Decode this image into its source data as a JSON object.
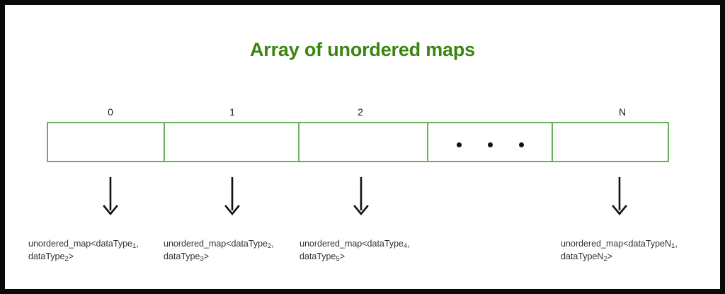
{
  "figure": {
    "title": "Array of unordered maps",
    "title_color": "#38860f",
    "array_border_color": "#68b05c",
    "text_color": "#333333",
    "frame_color": "#0a0a0a",
    "background": "#ffffff"
  },
  "array": {
    "index_labels": [
      "0",
      "1",
      "2",
      "N"
    ],
    "cells": [
      {
        "index": "0",
        "content": ""
      },
      {
        "index": "1",
        "content": ""
      },
      {
        "index": "2",
        "content": ""
      },
      {
        "index": "ellipsis",
        "content": "• • •"
      },
      {
        "index": "N",
        "content": ""
      }
    ],
    "ellipsis_dot_count": 3
  },
  "map_labels": [
    {
      "type_name": "unordered_map",
      "key_type": "dataType",
      "key_sub": "1",
      "value_type": "dataType",
      "value_sub": "2",
      "full_text": "unordered_map<dataType1, dataType2>"
    },
    {
      "type_name": "unordered_map",
      "key_type": "dataType",
      "key_sub": "2",
      "value_type": "dataType",
      "value_sub": "3",
      "full_text": "unordered_map<dataType2, dataType3>"
    },
    {
      "type_name": "unordered_map",
      "key_type": "dataType",
      "key_sub": "4",
      "value_type": "dataType",
      "value_sub": "5",
      "full_text": "unordered_map<dataType4, dataType5>"
    },
    {
      "type_name": "unordered_map",
      "key_type": "dataTypeN",
      "key_sub": "1",
      "value_type": "dataTypeN",
      "value_sub": "2",
      "full_text": "unordered_map<dataTypeN1, dataTypeN2>"
    }
  ],
  "arrows": {
    "direction": "down",
    "count": 4,
    "color": "#111111"
  }
}
